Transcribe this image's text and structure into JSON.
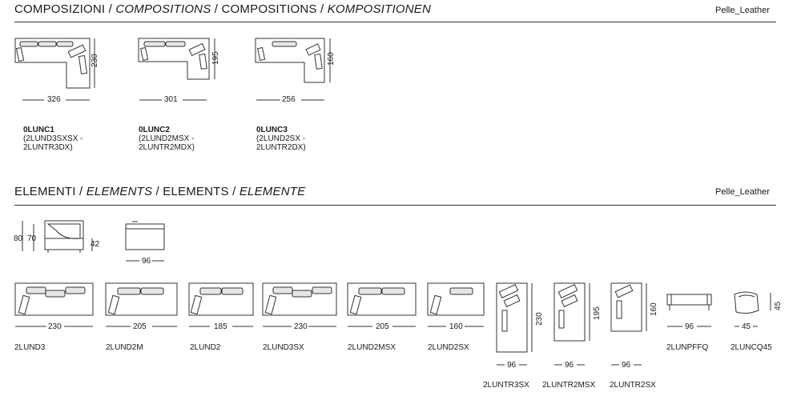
{
  "compositions": {
    "title": [
      "COMPOSIZIONI / ",
      "COMPOSITIONS",
      " / COMPOSITIONS / ",
      "KOMPOSITIONEN"
    ],
    "material": "Pelle_Leather",
    "items": [
      {
        "code": "0LUNC1",
        "parts_1": "(2LUND3SXSX -",
        "parts_2": "2LUNTR3DX)",
        "width": "326",
        "depth": "230"
      },
      {
        "code": "0LUNC2",
        "parts_1": "(2LUND2MSX -",
        "parts_2": "2LUNTR2MDX)",
        "width": "301",
        "depth": "195"
      },
      {
        "code": "0LUNC3",
        "parts_1": "(2LUND2SX -",
        "parts_2": "2LUNTR2DX)",
        "width": "256",
        "depth": "160"
      }
    ]
  },
  "elements": {
    "title": [
      "ELEMENTI / ",
      "ELEMENTS",
      " / ELEMENTS / ",
      "ELEMENTE"
    ],
    "material": "Pelle_Leather",
    "side_dims": {
      "height_total": "80",
      "height_back": "70",
      "seat_height": "42",
      "depth": "96"
    },
    "items": [
      {
        "code": "2LUND3",
        "width": "230"
      },
      {
        "code": "2LUND2M",
        "width": "205"
      },
      {
        "code": "2LUND2",
        "width": "185"
      },
      {
        "code": "2LUND3SX",
        "width": "230"
      },
      {
        "code": "2LUND2MSX",
        "width": "205"
      },
      {
        "code": "2LUND2SX",
        "width": "160"
      },
      {
        "code": "2LUNTR3SX",
        "width": "96",
        "depth": "230"
      },
      {
        "code": "2LUNTR2MSX",
        "width": "96",
        "depth": "195"
      },
      {
        "code": "2LUNTR2SX",
        "width": "96",
        "depth": "160"
      },
      {
        "code": "2LUNPFFQ",
        "width": "96"
      },
      {
        "code": "2LUNCQ45",
        "width": "45",
        "depth": "45"
      }
    ]
  }
}
